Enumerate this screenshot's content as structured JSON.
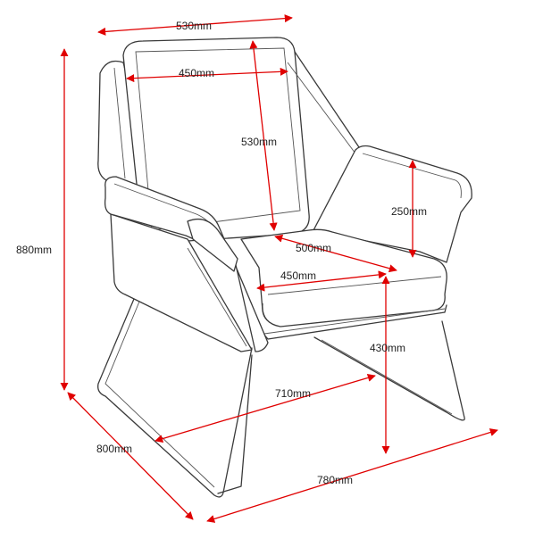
{
  "diagram": {
    "line_color": "#e00000",
    "chair_color": "#3a3a3a",
    "dimensions": {
      "top_width": "530mm",
      "back_inner_width": "450mm",
      "back_height": "530mm",
      "armrest_height": "250mm",
      "seat_depth": "500mm",
      "seat_width": "450mm",
      "seat_height": "430mm",
      "base_depth": "710mm",
      "overall_height": "880mm",
      "overall_depth": "800mm",
      "overall_width": "780mm"
    }
  }
}
